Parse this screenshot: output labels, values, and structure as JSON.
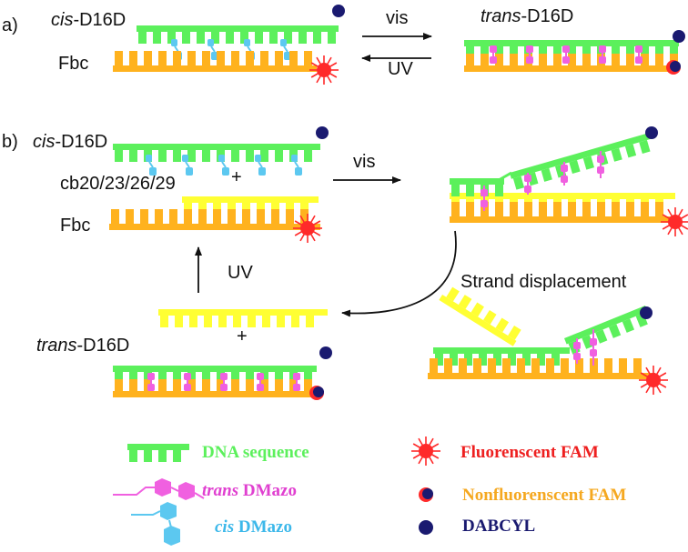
{
  "colors": {
    "green": "#5cf05c",
    "orange": "#ffb21e",
    "yellow": "#ffff33",
    "magenta": "#f060e0",
    "cyan": "#5cc8f0",
    "red": "#ff2a2a",
    "navy": "#1a1a70",
    "black": "#111111"
  },
  "panel_a": {
    "letter": "a)",
    "cis_prefix": "cis",
    "cis_suffix": "-D16D",
    "fbc": "Fbc",
    "forward": "vis",
    "reverse": "UV",
    "trans_prefix": "trans",
    "trans_suffix": "-D16D"
  },
  "panel_b": {
    "letter": "b)",
    "cis_prefix": "cis",
    "cis_suffix": "-D16D",
    "plus_top": "+",
    "cb_label": "cb20/23/26/29",
    "fbc": "Fbc",
    "vis": "vis",
    "uv": "UV",
    "strand_displacement": "Strand displacement",
    "trans_prefix": "trans",
    "trans_suffix": "-D16D",
    "plus_bottom": "+"
  },
  "legend": {
    "dna": "DNA sequence",
    "trans_prefix": "trans",
    "trans_suffix": " DMazo",
    "cis_prefix": "cis",
    "cis_suffix": " DMazo",
    "fluorescent": "Fluorenscent FAM",
    "nonfluorescent": "Nonfluorenscent FAM",
    "dabcyl": "DABCYL"
  }
}
